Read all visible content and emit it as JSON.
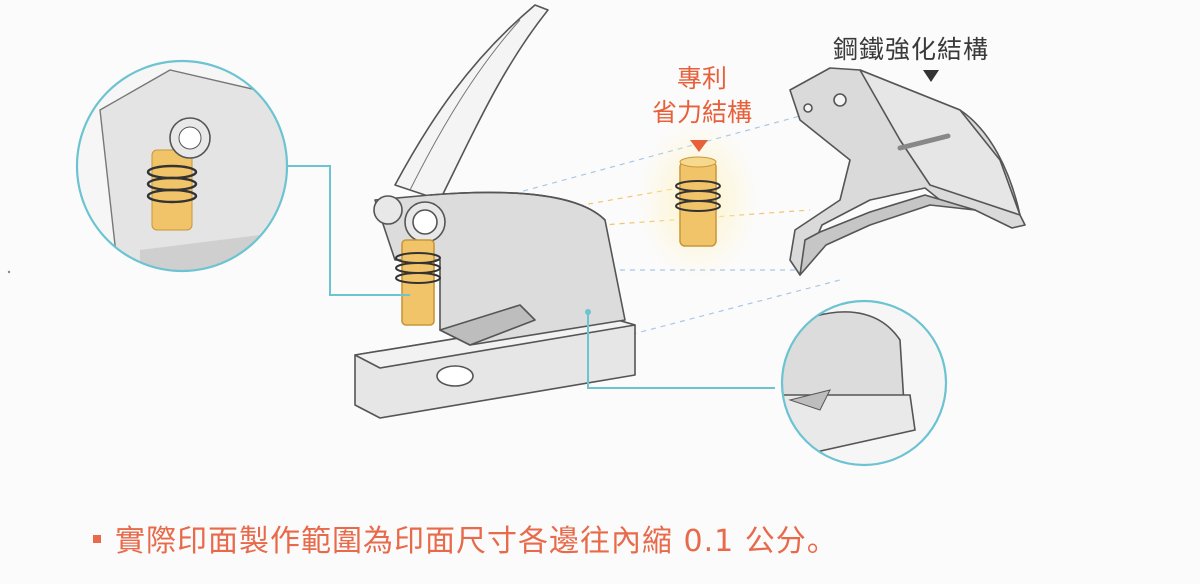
{
  "labels": {
    "steel_structure": "鋼鐵強化結構",
    "patent_line1": "專利",
    "patent_line2": "省力結構"
  },
  "footnote": {
    "text": "實際印面製作範圍為印面尺寸各邊往內縮 0.1 公分。"
  },
  "colors": {
    "accent_orange": "#e8603a",
    "callout_teal": "#6cc3d1",
    "spring_yellow": "#f2c46a",
    "body_gray": "#d9d9d9",
    "outline": "#555555"
  }
}
